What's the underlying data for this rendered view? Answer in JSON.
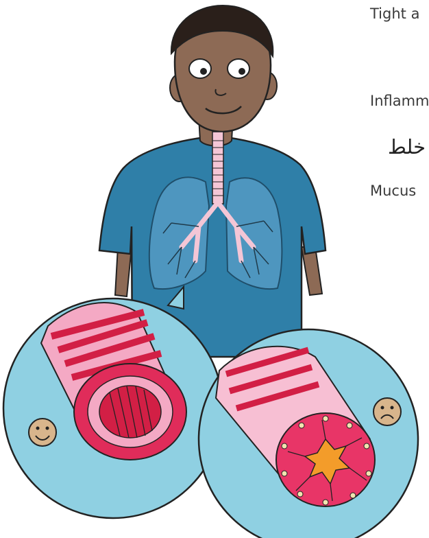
{
  "labels": {
    "tight_airways": "Tight a",
    "inflamed": "Inflamm",
    "arabic_fragment": "خلط",
    "mucus": "Mucus"
  },
  "colors": {
    "shirt": "#2f7fa8",
    "skin": "#8d6a55",
    "bubble": "#8fd0e2",
    "lung_outline": "#1f4e6a",
    "airway_red": "#d21f45",
    "airway_pink": "#f4a9c4",
    "mucus": "#f39c2a"
  },
  "icons": [
    "happy-face-icon",
    "sad-face-icon"
  ]
}
